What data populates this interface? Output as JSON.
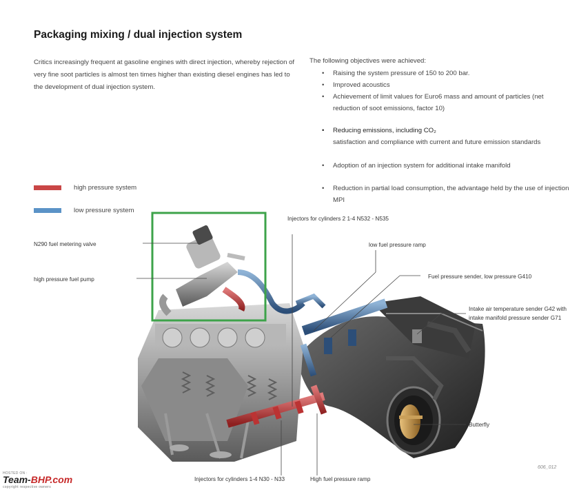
{
  "title": "Packaging mixing / dual injection system",
  "intro_text": "Critics increasingly frequent at gasoline engines with direct injection, whereby rejection of very fine soot particles is almost ten times higher than existing diesel engines has led to the development of dual injection system.",
  "objectives": {
    "heading": "The following objectives were achieved:",
    "items": [
      "Raising the system pressure of 150 to 200 bar.",
      "Improved acoustics",
      "Achievement of limit values for Euro6 mass and amount of particles (net reduction of soot emissions, factor 10)",
      "Reducing emissions, including CO₂",
      "satisfaction and compliance with current and future emission standards",
      "Adoption of an injection system for additional intake manifold",
      "Reduction in partial load consumption, the advantage held by the use of injection MPI"
    ]
  },
  "legend": [
    {
      "label": "high pressure system",
      "color": "#c94646"
    },
    {
      "label": "low pressure system",
      "color": "#5b93c7"
    }
  ],
  "callouts": {
    "n290": "N290 fuel metering valve",
    "hp_pump": "high pressure fuel pump",
    "injectors_2": "Injectors for cylinders 2 1-4 N532 - N535",
    "low_ramp": "low fuel pressure ramp",
    "sender_low": "Fuel pressure sender, low pressure G410",
    "intake_air": "Intake air temperature sender G42 with intake manifold pressure sender G71",
    "butterfly": "Butterfly",
    "injectors_1": "Injectors for cylinders 1-4 N30 - N33",
    "high_ramp": "High fuel pressure ramp"
  },
  "highlight_color": "#3da34a",
  "figure_number": "606_012",
  "watermark": {
    "hosted_on": "HOSTED ON :",
    "brand_prefix": "Team-",
    "brand_suffix": "BHP.com",
    "copyright": "copyright respective owners"
  }
}
